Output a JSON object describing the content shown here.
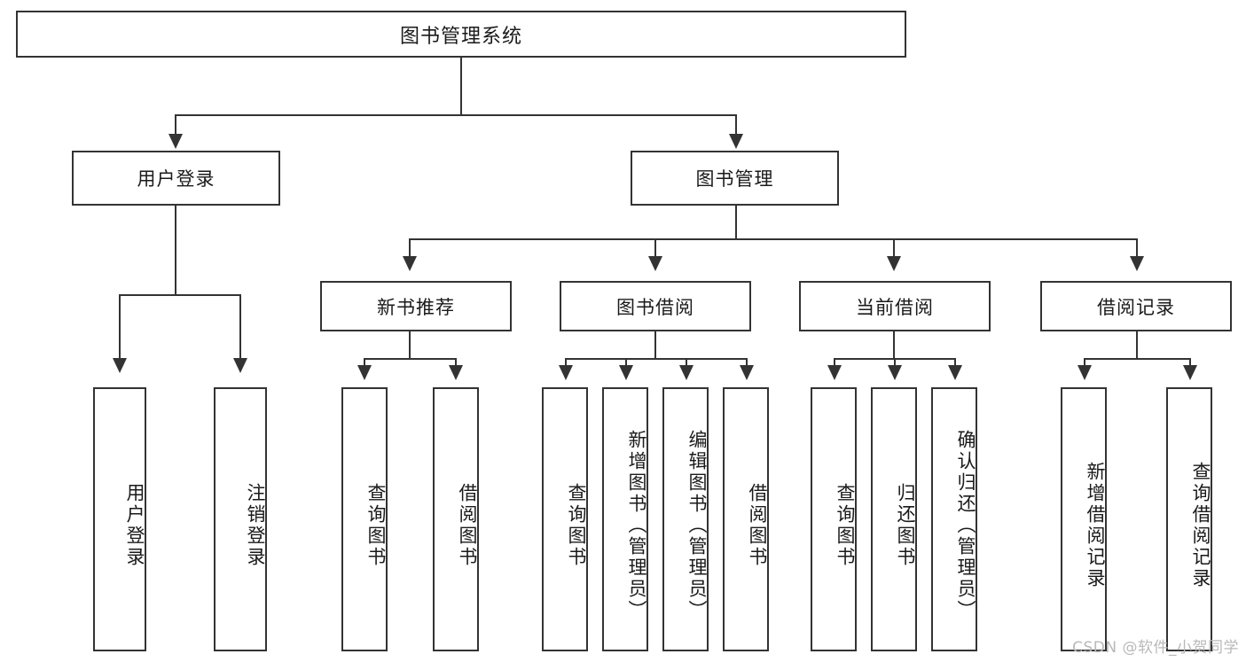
{
  "diagram": {
    "title": "图书管理系统",
    "type": "hierarchy-tree",
    "root": {
      "label": "图书管理系统"
    },
    "level1": [
      {
        "label": "用户登录"
      },
      {
        "label": "图书管理"
      }
    ],
    "level2": [
      {
        "label": "新书推荐"
      },
      {
        "label": "图书借阅"
      },
      {
        "label": "当前借阅"
      },
      {
        "label": "借阅记录"
      }
    ],
    "leaves": {
      "user_login": [
        {
          "label": "用户登录"
        },
        {
          "label": "注销登录"
        }
      ],
      "new_book_recommend": [
        {
          "label": "查询图书"
        },
        {
          "label": "借阅图书"
        }
      ],
      "book_borrow": [
        {
          "label": "查询图书"
        },
        {
          "label": "新增图书（管理员）"
        },
        {
          "label": "编辑图书（管理员）"
        },
        {
          "label": "借阅图书"
        }
      ],
      "current_borrow": [
        {
          "label": "查询图书"
        },
        {
          "label": "归还图书"
        },
        {
          "label": "确认归还（管理员）"
        }
      ],
      "borrow_records": [
        {
          "label": "新增借阅记录"
        },
        {
          "label": "查询借阅记录"
        }
      ]
    }
  },
  "watermark": {
    "text": "CSDN @软件_小贺同学"
  },
  "colors": {
    "stroke": "#333333",
    "background": "#ffffff",
    "text": "#1a1a1a",
    "watermark": "#b9b9b9"
  }
}
